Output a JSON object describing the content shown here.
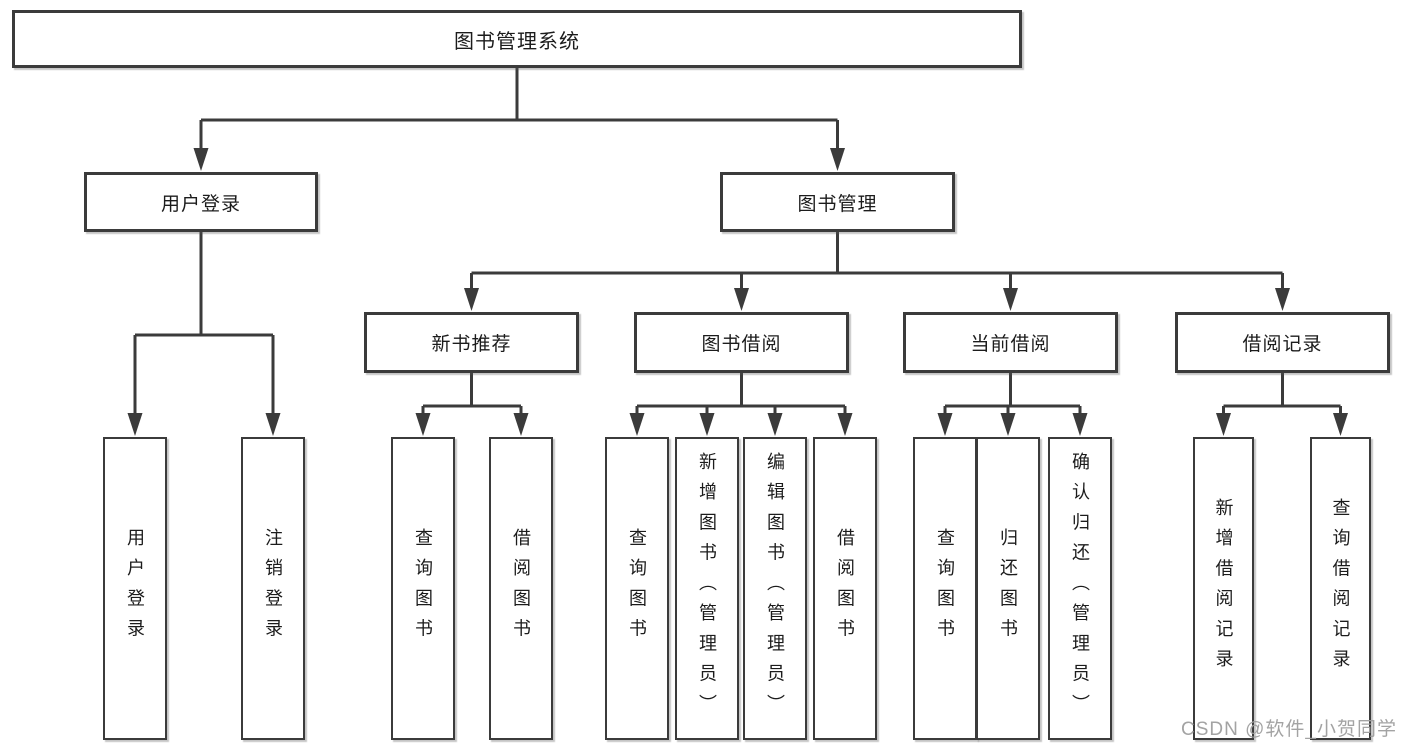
{
  "diagram": {
    "root": {
      "label": "图书管理系统"
    },
    "level2": [
      {
        "label": "用户登录",
        "children": [
          {
            "label": "用户登录"
          },
          {
            "label": "注销登录"
          }
        ]
      },
      {
        "label": "图书管理",
        "children": [
          {
            "label": "新书推荐",
            "children": [
              {
                "label": "查询图书"
              },
              {
                "label": "借阅图书"
              }
            ]
          },
          {
            "label": "图书借阅",
            "children": [
              {
                "label": "查询图书"
              },
              {
                "label": "新增图书（管理员）"
              },
              {
                "label": "编辑图书（管理员）"
              },
              {
                "label": "借阅图书"
              }
            ]
          },
          {
            "label": "当前借阅",
            "children": [
              {
                "label": "查询图书"
              },
              {
                "label": "归还图书"
              },
              {
                "label": "确认归还（管理员）"
              }
            ]
          },
          {
            "label": "借阅记录",
            "children": [
              {
                "label": "新增借阅记录"
              },
              {
                "label": "查询借阅记录"
              }
            ]
          }
        ]
      }
    ]
  },
  "watermark": {
    "text": "CSDN @软件_小贺同学"
  },
  "colors": {
    "line": "#3b3b3b",
    "box_border": "#3b3b3b",
    "box_fill": "#ffffff",
    "text": "#1c1c1c",
    "watermark": "#9e9e9e",
    "background": "#ffffff"
  }
}
